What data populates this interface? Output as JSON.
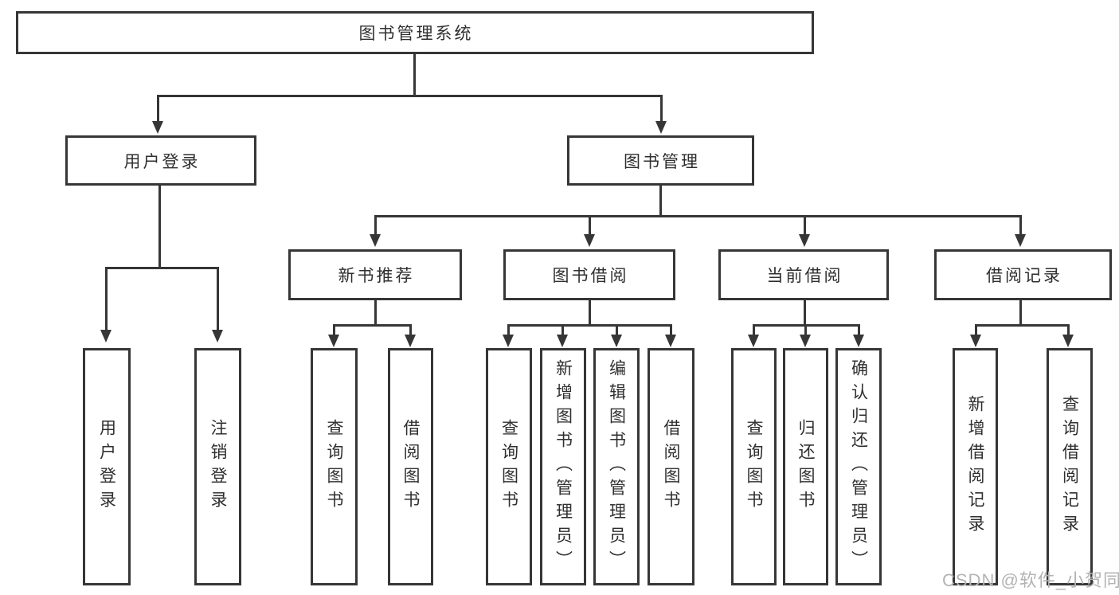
{
  "diagram_type": "hierarchy-tree",
  "colors": {
    "line": "#363636",
    "text": "#2f2f2f",
    "background": "#ffffff",
    "watermark": "#b3b3b3"
  },
  "watermark": "CSDN @软件_小贺同学",
  "tree": {
    "label": "图书管理系统",
    "children": [
      {
        "label": "用户登录",
        "children": [
          {
            "label": "用户登录"
          },
          {
            "label": "注销登录"
          }
        ]
      },
      {
        "label": "图书管理",
        "children": [
          {
            "label": "新书推荐",
            "children": [
              {
                "label": "查询图书"
              },
              {
                "label": "借阅图书"
              }
            ]
          },
          {
            "label": "图书借阅",
            "children": [
              {
                "label": "查询图书"
              },
              {
                "label": "新增图书（管理员）"
              },
              {
                "label": "编辑图书（管理员）"
              },
              {
                "label": "借阅图书"
              }
            ]
          },
          {
            "label": "当前借阅",
            "children": [
              {
                "label": "查询图书"
              },
              {
                "label": "归还图书"
              },
              {
                "label": "确认归还（管理员）"
              }
            ]
          },
          {
            "label": "借阅记录",
            "children": [
              {
                "label": "新增借阅记录"
              },
              {
                "label": "查询借阅记录"
              }
            ]
          }
        ]
      }
    ]
  }
}
